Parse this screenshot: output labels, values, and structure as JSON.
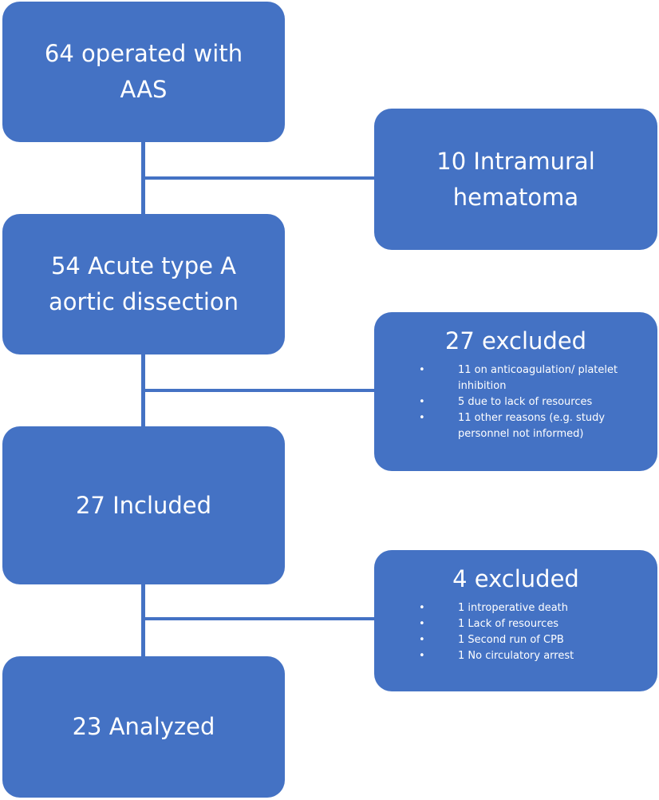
{
  "colors": {
    "box_fill": "#4472C4",
    "text": "#ffffff",
    "connector": "#4472C4"
  },
  "main_boxes": {
    "operated": "64 operated with AAS",
    "dissection": "54 Acute type A aortic dissection",
    "included": "27 Included",
    "analyzed": "23 Analyzed"
  },
  "side_boxes": {
    "intramural": {
      "title": "10 Intramural hematoma"
    },
    "excluded_27": {
      "title": "27 excluded",
      "items": [
        "11 on anticoagulation/ platelet inhibition",
        "5 due to lack of resources",
        "11 other reasons (e.g. study personnel not informed)"
      ]
    },
    "excluded_4": {
      "title": "4 excluded",
      "items": [
        "1 introperative death",
        "1 Lack of resources",
        "1 Second run of CPB",
        "1 No circulatory arrest"
      ]
    }
  }
}
